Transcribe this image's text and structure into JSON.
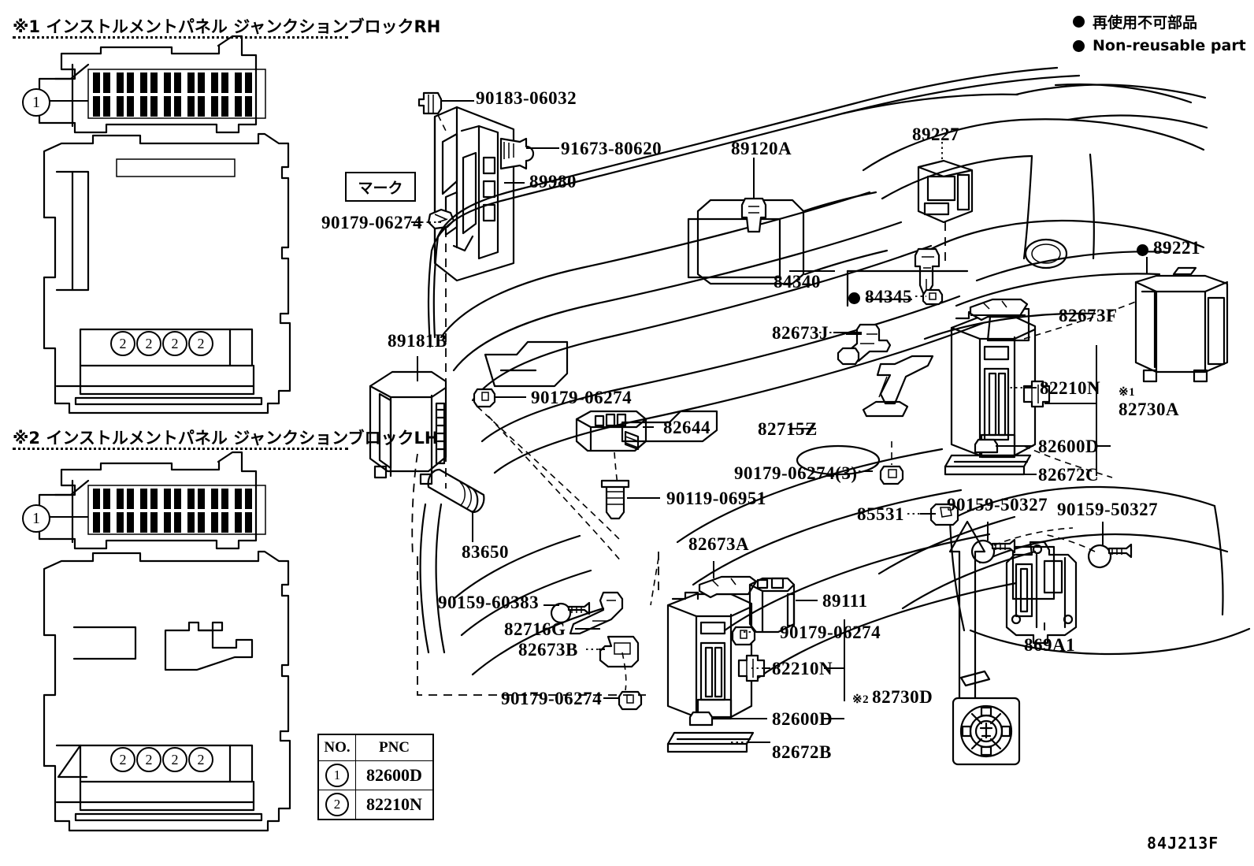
{
  "diagram": {
    "code": "84J213F",
    "legend": {
      "jp": "再使用不可部品",
      "en": "Non-reusable part"
    },
    "mark_box_label": "マーク"
  },
  "sections": [
    {
      "id": "rh",
      "marker": "※1",
      "title": "インストルメントパネル ジャンクションブロックRH",
      "callout": "1"
    },
    {
      "id": "lh",
      "marker": "※2",
      "title": "インストルメントパネル ジャンクションブロックLH",
      "callout": "1"
    }
  ],
  "pnc_table": {
    "headers": [
      "NO.",
      "PNC"
    ],
    "rows": [
      {
        "no": "1",
        "pnc": "82600D"
      },
      {
        "no": "2",
        "pnc": "82210N"
      }
    ]
  },
  "junction_block_pins": [
    "2",
    "2",
    "2",
    "2"
  ],
  "part_labels": [
    {
      "id": "p01",
      "text": "90183-06032"
    },
    {
      "id": "p02",
      "text": "91673-80620"
    },
    {
      "id": "p03",
      "text": "89980"
    },
    {
      "id": "p04",
      "text": "90179-06274"
    },
    {
      "id": "p05",
      "text": "89120A"
    },
    {
      "id": "p06",
      "text": "89227"
    },
    {
      "id": "p07",
      "text": "89221",
      "nonreusable": true
    },
    {
      "id": "p08",
      "text": "84340"
    },
    {
      "id": "p09",
      "text": "84345",
      "nonreusable": true
    },
    {
      "id": "p10",
      "text": "82673J"
    },
    {
      "id": "p11",
      "text": "82673F"
    },
    {
      "id": "p12",
      "text": "89181B"
    },
    {
      "id": "p13",
      "text": "90179-06274"
    },
    {
      "id": "p14",
      "text": "82644"
    },
    {
      "id": "p15",
      "text": "82715Z"
    },
    {
      "id": "p16",
      "text": "82210N"
    },
    {
      "id": "p17",
      "text": "82730A",
      "prefix": "※1"
    },
    {
      "id": "p18",
      "text": "82600D"
    },
    {
      "id": "p19",
      "text": "82672C"
    },
    {
      "id": "p20",
      "text": "90179-06274(3)"
    },
    {
      "id": "p21",
      "text": "90119-06951"
    },
    {
      "id": "p22",
      "text": "83650"
    },
    {
      "id": "p23",
      "text": "85531"
    },
    {
      "id": "p24",
      "text": "90159-50327"
    },
    {
      "id": "p25",
      "text": "90159-50327"
    },
    {
      "id": "p26",
      "text": "869A1"
    },
    {
      "id": "p27",
      "text": "82673A"
    },
    {
      "id": "p28",
      "text": "89111"
    },
    {
      "id": "p29",
      "text": "90179-06274"
    },
    {
      "id": "p30",
      "text": "90159-60383"
    },
    {
      "id": "p31",
      "text": "82716G"
    },
    {
      "id": "p32",
      "text": "82673B"
    },
    {
      "id": "p33",
      "text": "90179-06274"
    },
    {
      "id": "p34",
      "text": "82210N"
    },
    {
      "id": "p35",
      "text": "82730D",
      "prefix": "※2"
    },
    {
      "id": "p36",
      "text": "82600D"
    },
    {
      "id": "p37",
      "text": "82672B"
    }
  ]
}
